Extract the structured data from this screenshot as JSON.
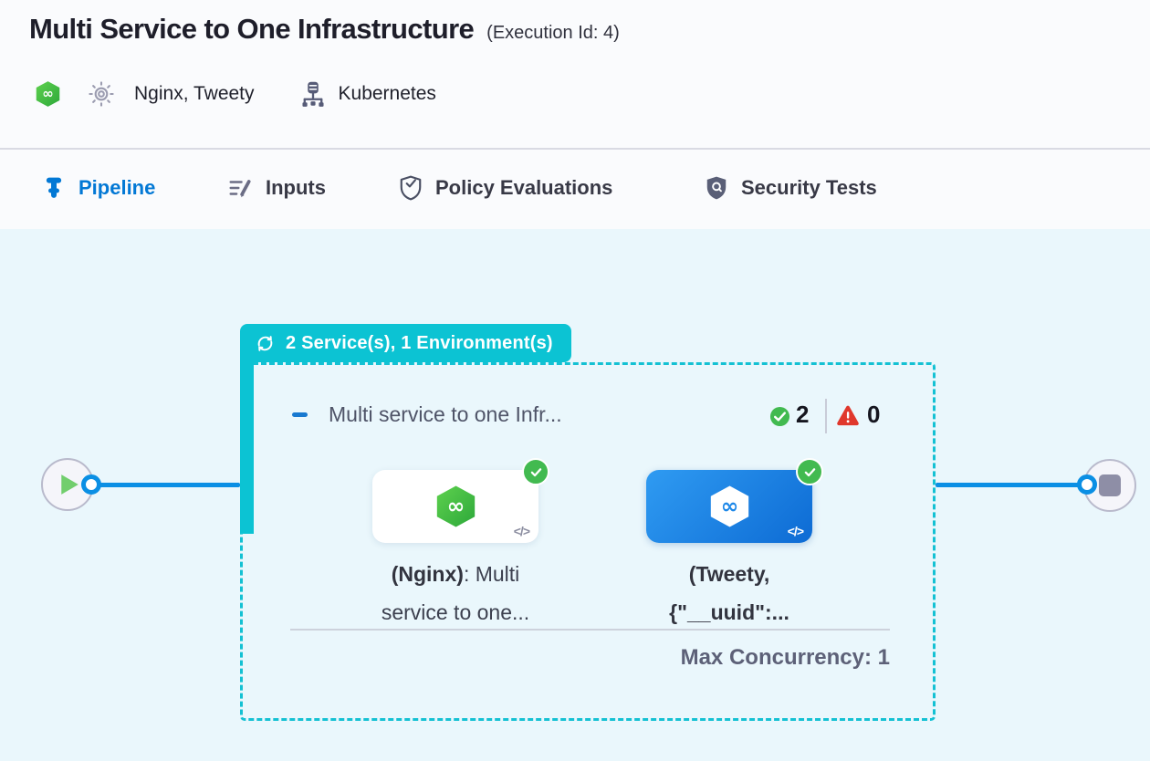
{
  "header": {
    "title": "Multi Service to One Infrastructure",
    "execution_id": "(Execution Id: 4)",
    "services": "Nginx, Tweety",
    "infrastructure": "Kubernetes"
  },
  "tabs": {
    "pipeline": "Pipeline",
    "inputs": "Inputs",
    "policy": "Policy Evaluations",
    "security": "Security Tests"
  },
  "canvas": {
    "group_badge": "2 Service(s), 1 Environment(s)",
    "stage": {
      "title": "Multi service to one Infr...",
      "success_count": "2",
      "error_count": "0",
      "max_concurrency": "Max Concurrency: 1"
    },
    "services": [
      {
        "line1_bold": "(Nginx)",
        "line1_rest": ": Multi",
        "line2": "service to one...",
        "code_icon": "</>"
      },
      {
        "line1_bold": "(Tweety,",
        "line1_rest": "",
        "line2": "{\"__uuid\":...",
        "code_icon": "</>"
      }
    ]
  },
  "colors": {
    "teal": "#0cc3d3",
    "primary_blue": "#0b8fe4",
    "tab_active_blue": "#0278d5",
    "success_green": "#42ba50",
    "error_red": "#e0382c",
    "canvas_bg": "#eaf7fc"
  }
}
